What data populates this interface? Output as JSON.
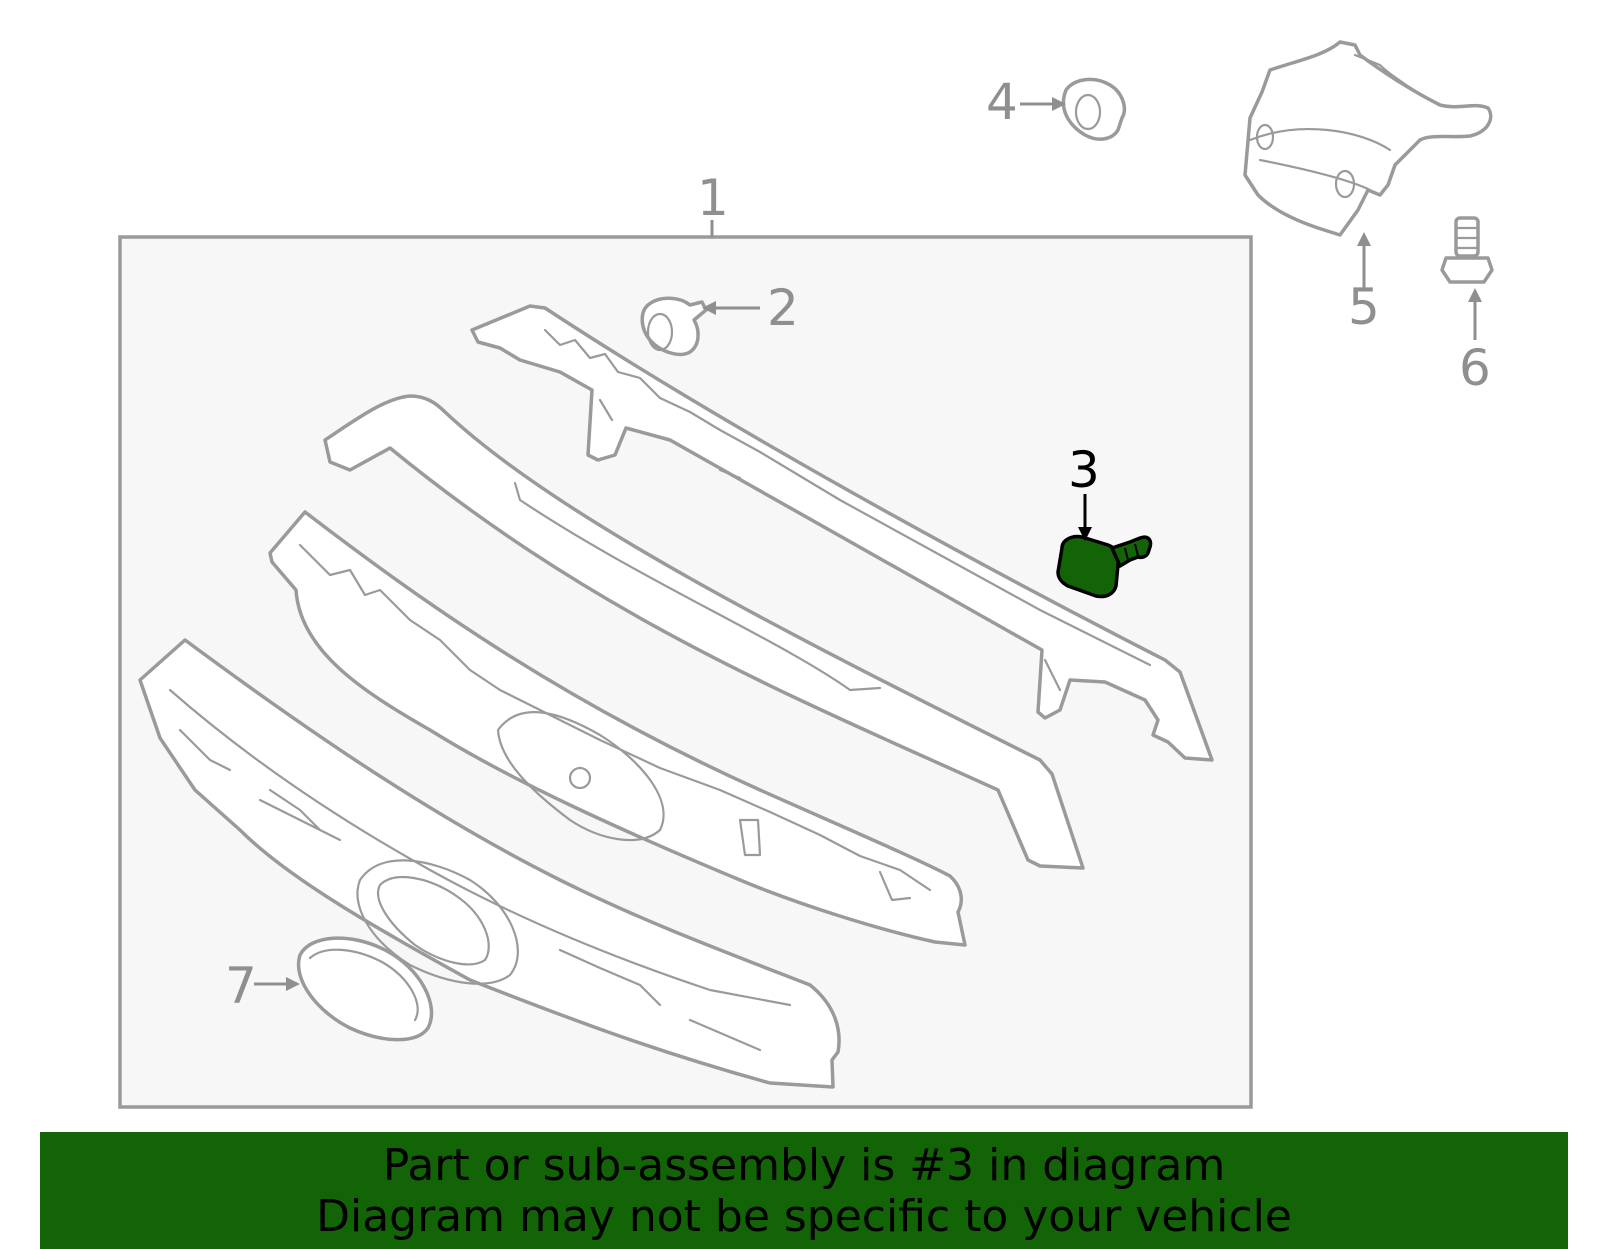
{
  "colors": {
    "highlight_part": "#136407",
    "banner_background": "#136407",
    "line_gray": "#9a9a9a",
    "frame_fill": "#f7f7f7"
  },
  "diagram": {
    "callouts": [
      {
        "id": 1,
        "label": "1"
      },
      {
        "id": 2,
        "label": "2"
      },
      {
        "id": 3,
        "label": "3"
      },
      {
        "id": 4,
        "label": "4"
      },
      {
        "id": 5,
        "label": "5"
      },
      {
        "id": 6,
        "label": "6"
      },
      {
        "id": 7,
        "label": "7"
      }
    ],
    "highlighted_callout": 3
  },
  "banner": {
    "line1": "Part or sub-assembly is #3 in diagram",
    "line2": "Diagram may not be specific to your vehicle"
  }
}
